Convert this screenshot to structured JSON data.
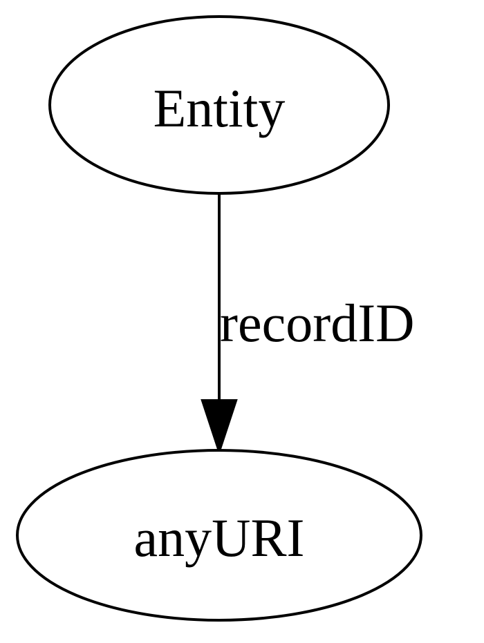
{
  "diagram": {
    "nodes": {
      "entity": {
        "label": "Entity"
      },
      "anyuri": {
        "label": "anyURI"
      }
    },
    "edges": {
      "record_id": {
        "label": "recordID"
      }
    }
  }
}
